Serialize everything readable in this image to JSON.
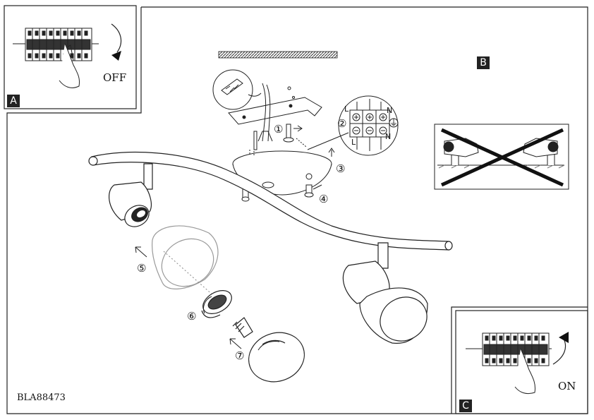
{
  "panels": {
    "a": {
      "tag": "A",
      "switch_label": "OFF"
    },
    "b": {
      "tag": "B"
    },
    "c": {
      "tag": "C",
      "switch_label": "ON"
    }
  },
  "diagram": {
    "connector": {
      "left": "L",
      "right": "N",
      "right_bottom": "N",
      "left_bottom": "L",
      "ground": "⏚"
    },
    "steps": [
      "①",
      "②",
      "③",
      "④",
      "⑤",
      "⑥",
      "⑦"
    ]
  },
  "model_code": "BLA88473"
}
